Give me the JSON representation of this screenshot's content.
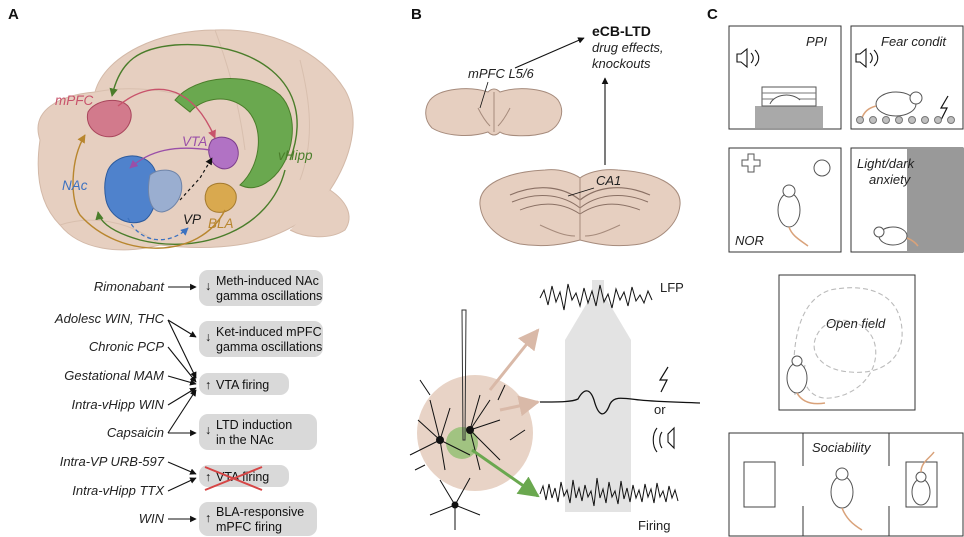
{
  "panels": {
    "a": "A",
    "b": "B",
    "c": "C"
  },
  "brain": {
    "mpfc": "mPFC",
    "vta": "VTA",
    "nac": "NAc",
    "vp": "VP",
    "bla": "BLA",
    "vhipp": "vHipp",
    "colors": {
      "mpfc": "#c8536b",
      "vta": "#9a4fa8",
      "nac": "#3c72c0",
      "vp": "#1a1a1a",
      "bla": "#b8862e",
      "vhipp": "#4a7d2a",
      "brain": "#e6cfc0"
    }
  },
  "drug_rows": [
    {
      "drug": "Rimonabant",
      "arrow": "↓",
      "effect1": "Meth-induced NAc",
      "effect2": "gamma oscillations"
    },
    {
      "drug": "Adolesc WIN, THC",
      "arrow": "↓",
      "effect1": "Ket-induced mPFC",
      "effect2": "gamma oscillations"
    },
    {
      "drug": "Chronic PCP",
      "arrow": "",
      "effect1": "",
      "effect2": ""
    },
    {
      "drug": "Gestational MAM",
      "arrow": "↑",
      "effect1": "VTA firing",
      "effect2": ""
    },
    {
      "drug": "Intra-vHipp WIN",
      "arrow": "",
      "effect1": "",
      "effect2": ""
    },
    {
      "drug": "Capsaicin",
      "arrow": "↓",
      "effect1": "LTD induction",
      "effect2": "in the NAc"
    },
    {
      "drug": "Intra-VP URB-597",
      "arrow": "↑",
      "effect1": "VTA firing",
      "effect2": ""
    },
    {
      "drug": "Intra-vHipp TTX",
      "arrow": "",
      "effect1": "",
      "effect2": ""
    },
    {
      "drug": "WIN",
      "arrow": "↑",
      "effect1": "BLA-responsive",
      "effect2": "mPFC firing"
    }
  ],
  "panel_b": {
    "ecb_title": "eCB-LTD",
    "ecb_sub1": "drug effects,",
    "ecb_sub2": "knockouts",
    "mpfc_label": "mPFC L5/6",
    "ca1_label": "CA1",
    "lfp": "LFP",
    "firing": "Firing",
    "or": "or"
  },
  "panel_c": {
    "ppi": "PPI",
    "fear": "Fear condit",
    "nor": "NOR",
    "light1": "Light/dark",
    "light2": "anxiety",
    "open_field": "Open field",
    "sociability": "Sociability"
  }
}
